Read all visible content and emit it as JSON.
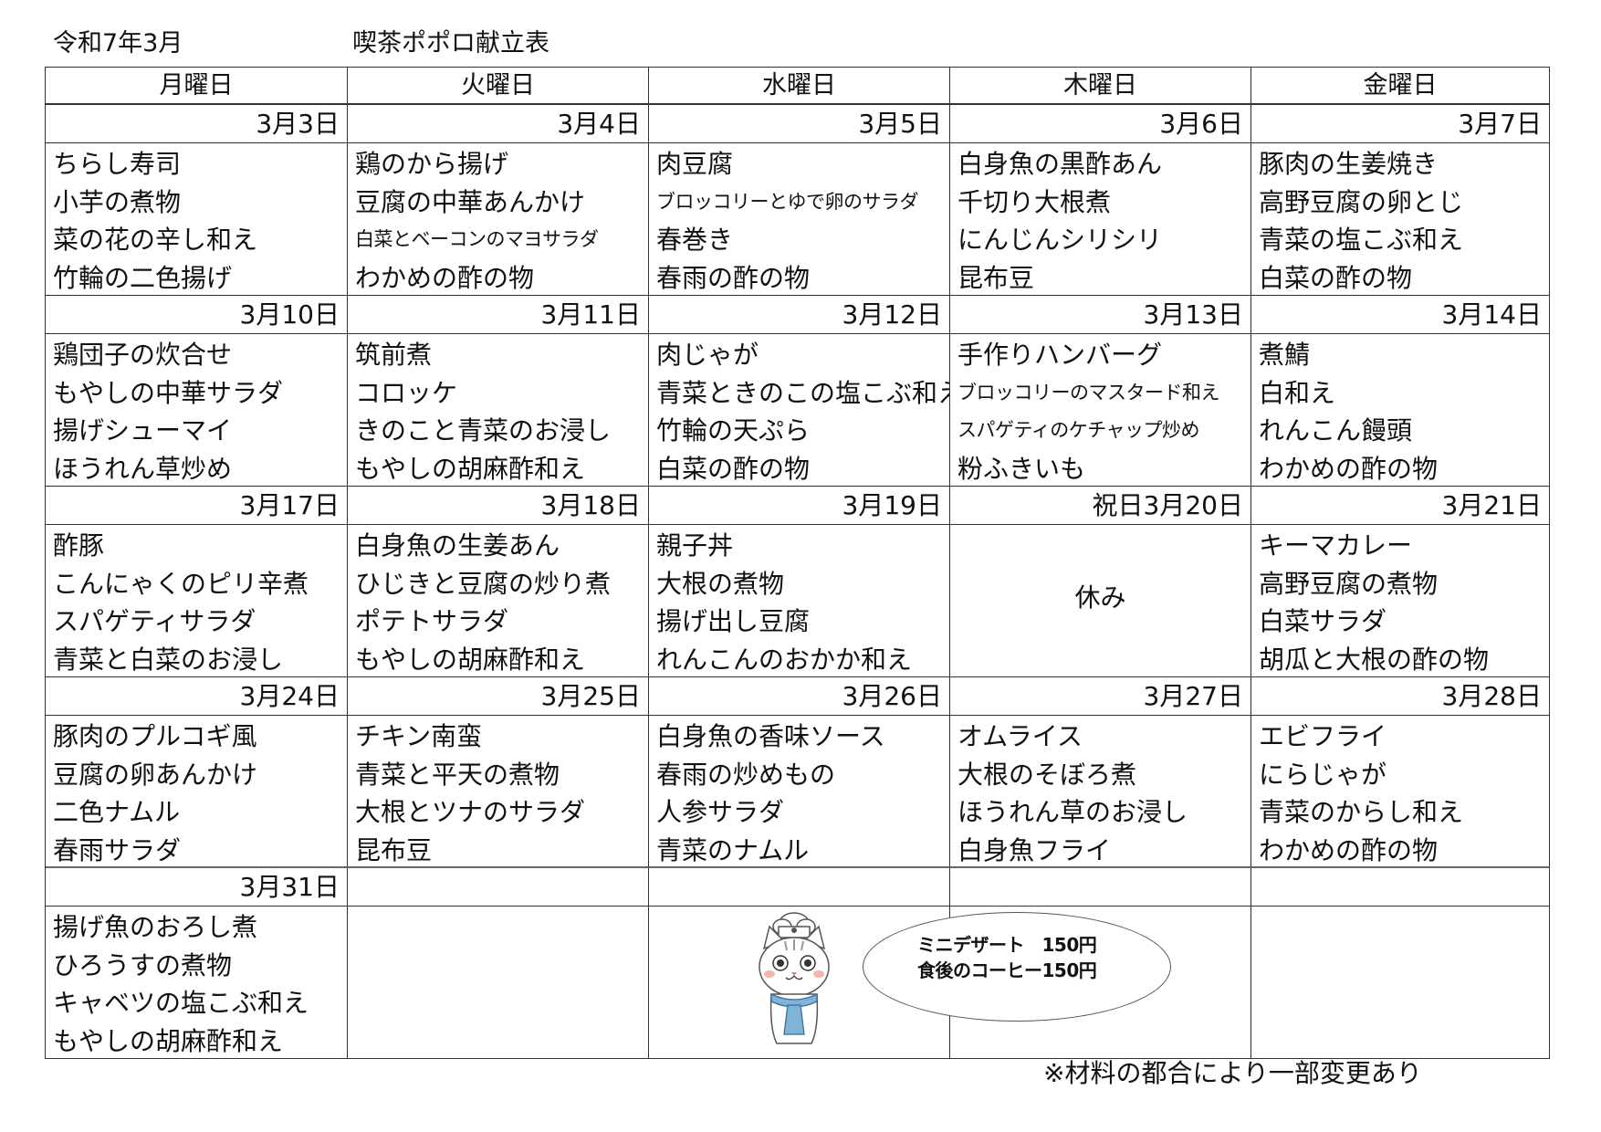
{
  "header": {
    "era_month": "令和7年3月",
    "title": "喫茶ポポロ献立表"
  },
  "weekdays": [
    "月曜日",
    "火曜日",
    "水曜日",
    "木曜日",
    "金曜日"
  ],
  "weeks": [
    {
      "days": [
        {
          "date": "3月3日",
          "dishes": [
            "ちらし寿司",
            "小芋の煮物",
            "菜の花の辛し和え",
            "竹輪の二色揚げ"
          ]
        },
        {
          "date": "3月4日",
          "dishes": [
            "鶏のから揚げ",
            "豆腐の中華あんかけ",
            "白菜とベーコンのマヨサラダ",
            "わかめの酢の物"
          ]
        },
        {
          "date": "3月5日",
          "dishes": [
            "肉豆腐",
            "ブロッコリーとゆで卵のサラダ",
            "春巻き",
            "春雨の酢の物"
          ]
        },
        {
          "date": "3月6日",
          "dishes": [
            "白身魚の黒酢あん",
            "千切り大根煮",
            "にんじんシリシリ",
            "昆布豆"
          ]
        },
        {
          "date": "3月7日",
          "dishes": [
            "豚肉の生姜焼き",
            "高野豆腐の卵とじ",
            "青菜の塩こぶ和え",
            "白菜の酢の物"
          ]
        }
      ]
    },
    {
      "days": [
        {
          "date": "3月10日",
          "dishes": [
            "鶏団子の炊合せ",
            "もやしの中華サラダ",
            "揚げシューマイ",
            "ほうれん草炒め"
          ]
        },
        {
          "date": "3月11日",
          "dishes": [
            "筑前煮",
            "コロッケ",
            "きのこと青菜のお浸し",
            "もやしの胡麻酢和え"
          ]
        },
        {
          "date": "3月12日",
          "dishes": [
            "肉じゃが",
            "青菜ときのこの塩こぶ和え",
            "竹輪の天ぷら",
            "白菜の酢の物"
          ]
        },
        {
          "date": "3月13日",
          "dishes": [
            "手作りハンバーグ",
            "ブロッコリーのマスタード和え",
            "スパゲティのケチャップ炒め",
            "粉ふきいも"
          ]
        },
        {
          "date": "3月14日",
          "dishes": [
            "煮鯖",
            "白和え",
            "れんこん饅頭",
            "わかめの酢の物"
          ]
        }
      ]
    },
    {
      "days": [
        {
          "date": "3月17日",
          "dishes": [
            "酢豚",
            "こんにゃくのピリ辛煮",
            "スパゲティサラダ",
            "青菜と白菜のお浸し"
          ]
        },
        {
          "date": "3月18日",
          "dishes": [
            "白身魚の生姜あん",
            "ひじきと豆腐の炒り煮",
            "ポテトサラダ",
            "もやしの胡麻酢和え"
          ]
        },
        {
          "date": "3月19日",
          "dishes": [
            "親子丼",
            "大根の煮物",
            "揚げ出し豆腐",
            "れんこんのおかか和え"
          ]
        },
        {
          "date": "祝日3月20日",
          "closed": "休み"
        },
        {
          "date": "3月21日",
          "dishes": [
            "キーマカレー",
            "高野豆腐の煮物",
            "白菜サラダ",
            "胡瓜と大根の酢の物"
          ]
        }
      ]
    },
    {
      "days": [
        {
          "date": "3月24日",
          "dishes": [
            "豚肉のプルコギ風",
            "豆腐の卵あんかけ",
            "二色ナムル",
            "春雨サラダ"
          ]
        },
        {
          "date": "3月25日",
          "dishes": [
            "チキン南蛮",
            "青菜と平天の煮物",
            "大根とツナのサラダ",
            "昆布豆"
          ]
        },
        {
          "date": "3月26日",
          "dishes": [
            "白身魚の香味ソース",
            "春雨の炒めもの",
            "人参サラダ",
            "青菜のナムル"
          ]
        },
        {
          "date": "3月27日",
          "dishes": [
            "オムライス",
            "大根のそぼろ煮",
            "ほうれん草のお浸し",
            "白身魚フライ"
          ]
        },
        {
          "date": "3月28日",
          "dishes": [
            "エビフライ",
            "にらじゃが",
            "青菜のからし和え",
            "わかめの酢の物"
          ]
        }
      ]
    },
    {
      "days": [
        {
          "date": "3月31日",
          "dishes": [
            "揚げ魚のおろし煮",
            "ひろうすの煮物",
            "キャベツの塩こぶ和え",
            "もやしの胡麻酢和え"
          ]
        },
        {
          "date": "",
          "dishes": []
        },
        {
          "date": "",
          "dishes": []
        },
        {
          "date": "",
          "dishes": []
        },
        {
          "date": "",
          "dishes": []
        }
      ]
    }
  ],
  "bubble": {
    "line1": "ミニデザート　150円",
    "line2": "食後のコーヒー150円"
  },
  "mascot_icon": "chef-cat-icon",
  "footnote": "※材料の都合により一部変更あり"
}
